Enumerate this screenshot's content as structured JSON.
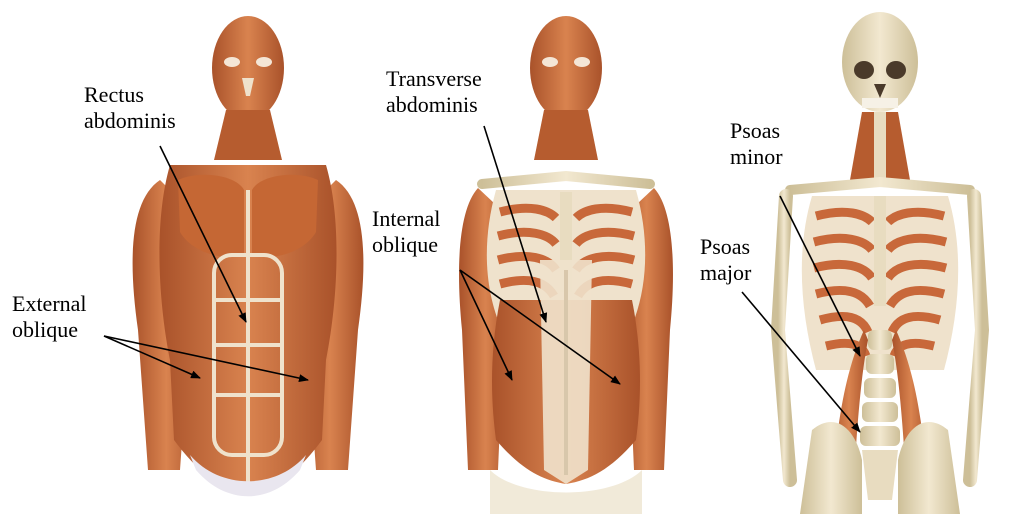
{
  "colors": {
    "muscle": "#c8683a",
    "muscle_dark": "#a04a22",
    "muscle_light": "#e29a6c",
    "tendon": "#efe2cc",
    "bone": "#e8dcc0",
    "bone_shadow": "#c9b98f",
    "arrow": "#000000",
    "text": "#000000"
  },
  "figures": [
    {
      "id": "figure-1",
      "description": "superficial-muscles"
    },
    {
      "id": "figure-2",
      "description": "deep-abdominal-muscles"
    },
    {
      "id": "figure-3",
      "description": "skeleton-with-psoas"
    }
  ],
  "labels": {
    "rectus_abdominis": {
      "line1": "Rectus",
      "line2": "abdominis"
    },
    "external_oblique": {
      "line1": "External",
      "line2": "oblique"
    },
    "transverse_abdominis": {
      "line1": "Transverse",
      "line2": "abdominis"
    },
    "internal_oblique": {
      "line1": "Internal",
      "line2": "oblique"
    },
    "psoas_minor": {
      "line1": "Psoas",
      "line2": "minor"
    },
    "psoas_major": {
      "line1": "Psoas",
      "line2": "major"
    }
  }
}
